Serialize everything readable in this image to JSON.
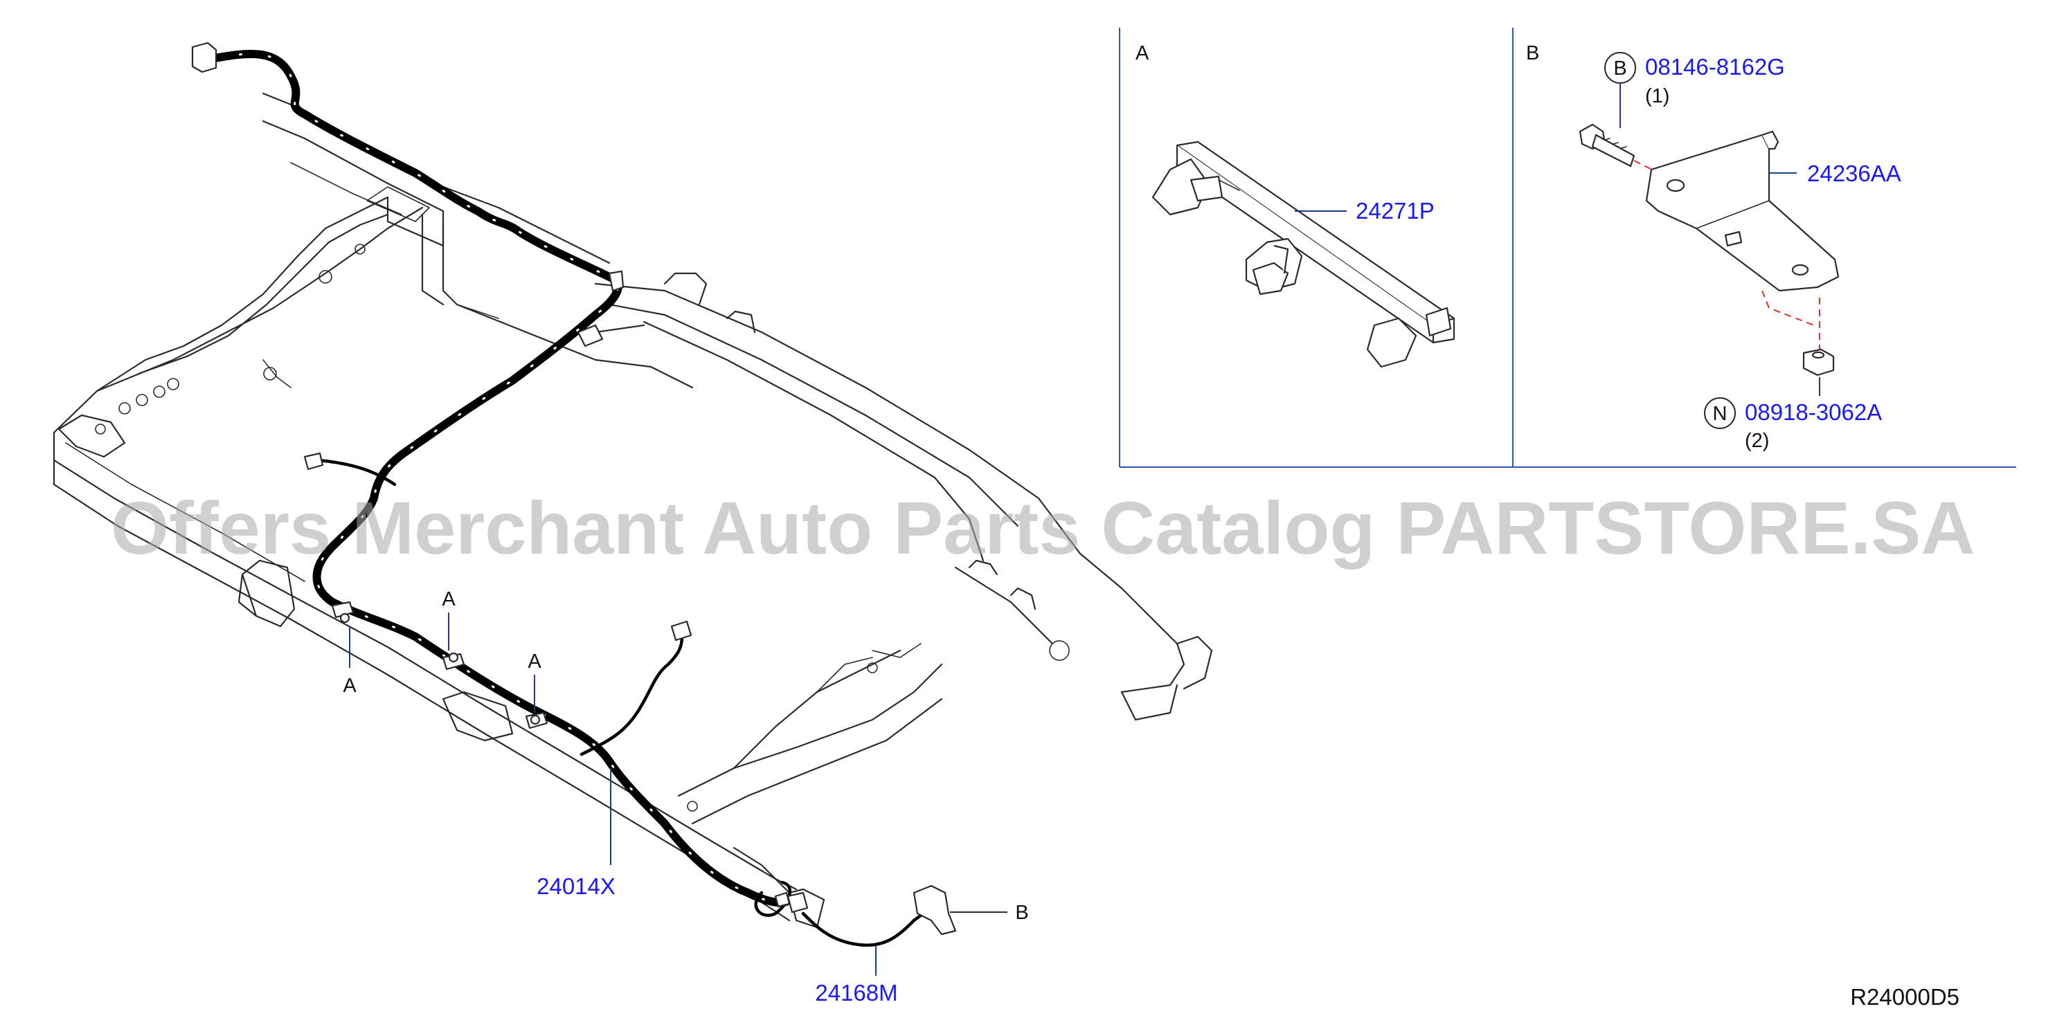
{
  "diagram": {
    "code": "R24000D5",
    "watermark": "Offers Merchant Auto Parts Catalog PARTSTORE.SA"
  },
  "main_view": {
    "callouts": [
      {
        "id": "24014X",
        "label": "24014X"
      },
      {
        "id": "24168M",
        "label": "24168M"
      }
    ],
    "markers": [
      "A",
      "A",
      "A",
      "B"
    ]
  },
  "detail_a": {
    "title": "A",
    "parts": [
      {
        "id": "24271P",
        "label": "24271P"
      }
    ]
  },
  "detail_b": {
    "title": "B",
    "parts": [
      {
        "id": "08146-8162G",
        "label": "08146-8162G",
        "symbol": "B",
        "qty": "(1)"
      },
      {
        "id": "24236AA",
        "label": "24236AA"
      },
      {
        "id": "08918-3062A",
        "label": "08918-3062A",
        "symbol": "N",
        "qty": "(2)"
      }
    ]
  },
  "colors": {
    "part_number": "#1a1aee",
    "leader": "#1f3c88",
    "panel_border": "#3355aa",
    "dashed_line": "#e0302a",
    "harness": "#000000",
    "outline": "#2b2b2b"
  }
}
